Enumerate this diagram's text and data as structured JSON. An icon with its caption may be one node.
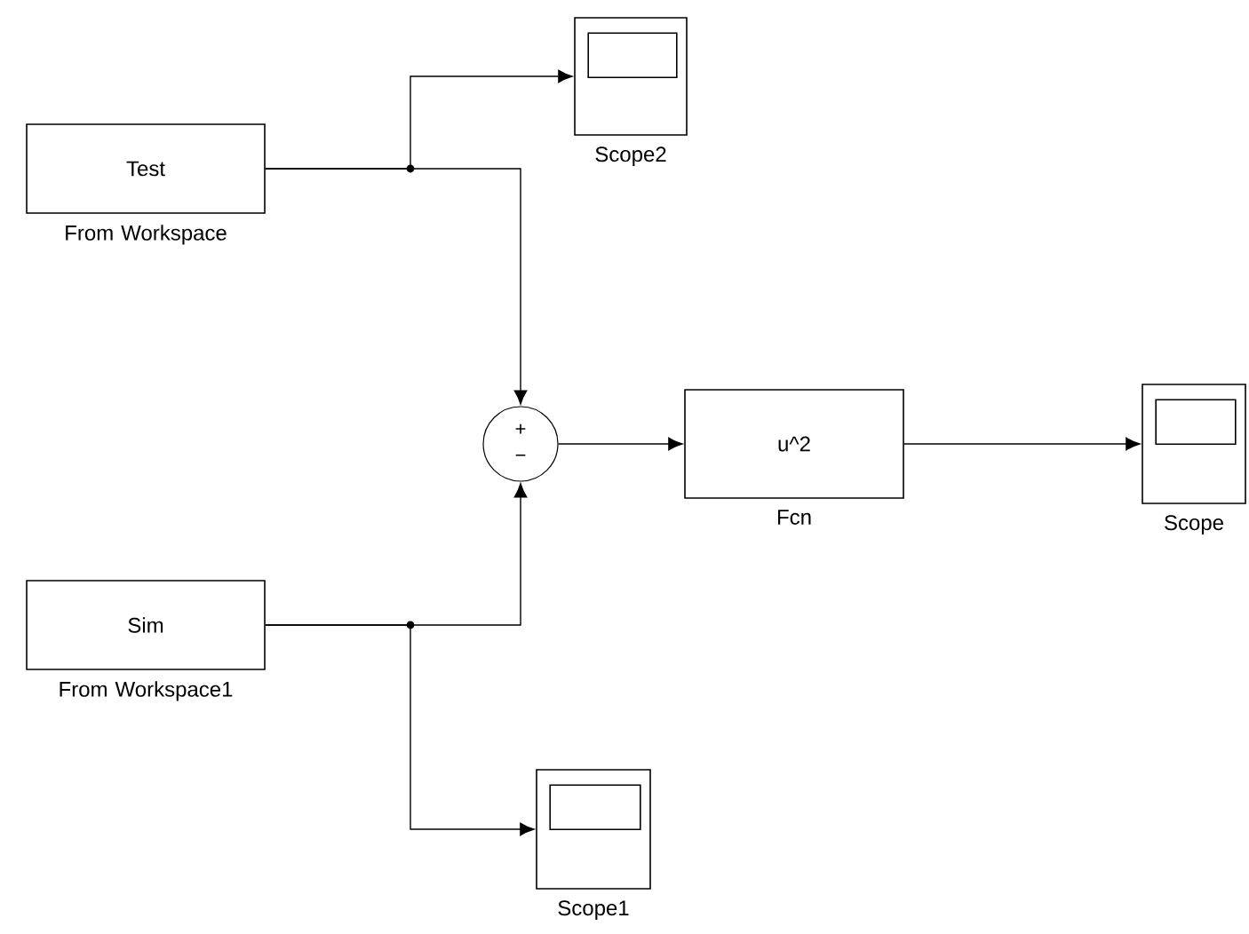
{
  "diagram": {
    "nodes": [
      {
        "text": [
          "Test"
        ],
        "beside": [
          "From Workspace"
        ]
      },
      {
        "text": [],
        "shape": "box",
        "beside": [
          "Scope2"
        ]
      },
      {
        "text": [
          "+",
          "−"
        ]
      },
      {
        "text": [
          "Sim"
        ],
        "beside": [
          "From Workspace1"
        ]
      },
      {
        "text": [
          "u^2"
        ],
        "beside": [
          "Fcn"
        ]
      },
      {
        "text": [],
        "shape": "box",
        "beside": [
          "Scope"
        ]
      },
      {
        "text": [],
        "shape": "box",
        "beside": [
          "Scope1"
        ]
      }
    ],
    "edges": [
      {
        "from": 0,
        "to": 1,
        "arrow": "to"
      },
      {
        "from": 0,
        "to": 2,
        "arrow": "to"
      },
      {
        "from": 3,
        "to": 2,
        "arrow": "to"
      },
      {
        "from": 3,
        "to": 6,
        "arrow": "to"
      },
      {
        "from": 2,
        "to": 4,
        "arrow": "to"
      },
      {
        "from": 4,
        "to": 5,
        "arrow": "to"
      }
    ]
  }
}
